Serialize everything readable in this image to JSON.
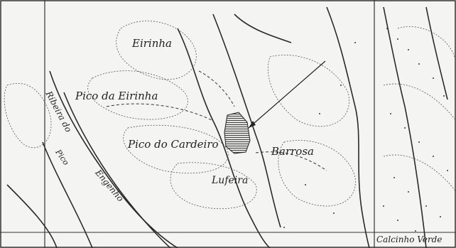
{
  "map": {
    "labels": {
      "eirinha": "Eirinha",
      "pico_da_eirinha": "Pico da Eirinha",
      "pico_do_cardeiro": "Pico do Cardeiro",
      "barrosa": "Barrosa",
      "lufeira": "Lufeira",
      "ribeira_do_engenho": "Ribeira do",
      "engenho_part": "Engenho",
      "pico_vertical": "Pico",
      "calcinho_verde": "Calcinho Verde"
    },
    "colors": {
      "paper": "#f4f4f2",
      "ink": "#222222",
      "hatch": "#444444"
    }
  }
}
